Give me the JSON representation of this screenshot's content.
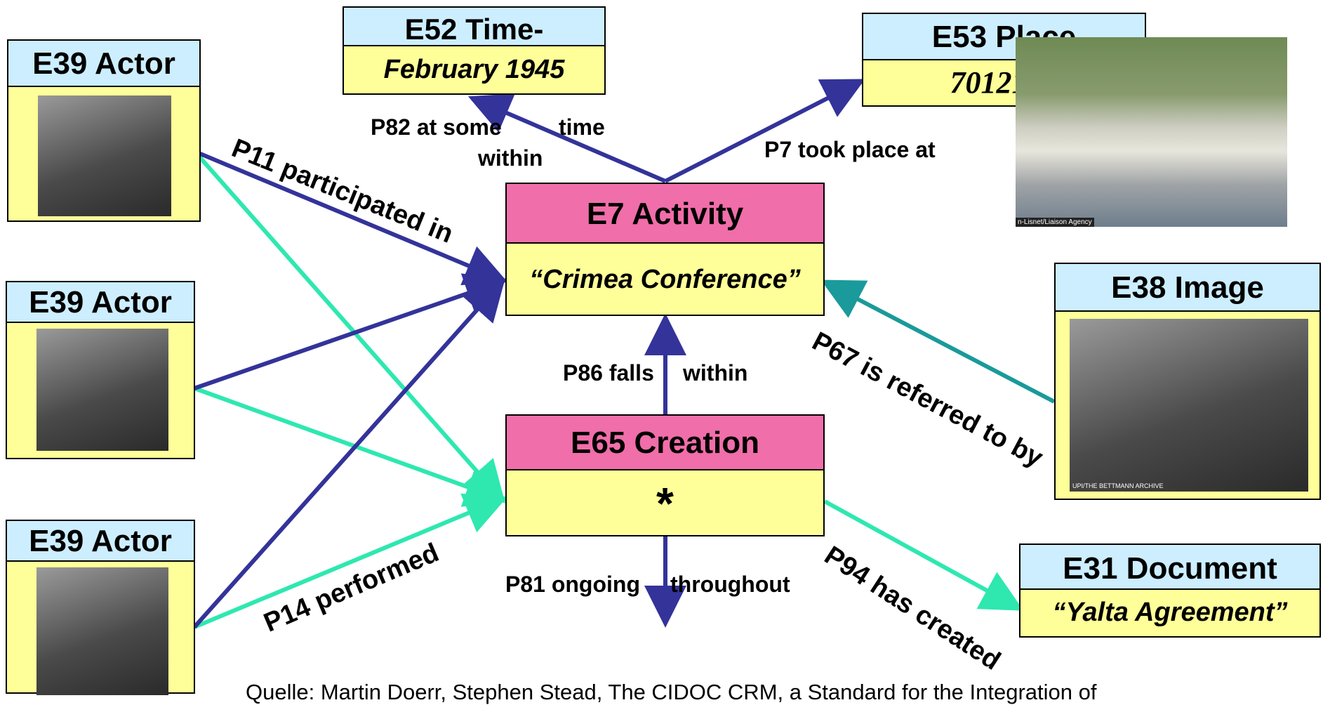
{
  "nodes": {
    "actor1": {
      "title": "E39 Actor"
    },
    "actor2": {
      "title": "E39 Actor"
    },
    "actor3": {
      "title": "E39 Actor"
    },
    "time": {
      "title": "E52 Time-",
      "value": "February 1945"
    },
    "place": {
      "title": "E53 Place",
      "value": "7012124"
    },
    "activity": {
      "title": "E7 Activity",
      "value": "“Crimea Conference”"
    },
    "creation": {
      "title": "E65 Creation",
      "value": "*"
    },
    "image": {
      "title": "E38 Image"
    },
    "document": {
      "title": "E31 Document",
      "value": "“Yalta Agreement”"
    }
  },
  "relations": {
    "p82a": "P82 at some",
    "p82b": "time",
    "p82c": "within",
    "p7": "P7 took place at",
    "p11": "P11 participated in",
    "p86a": "P86 falls",
    "p86b": "within",
    "p67": "P67 is referred to by",
    "p14": "P14 performed",
    "p81a": "P81 ongoing",
    "p81b": "throughout",
    "p94": "P94 has created"
  },
  "captions": {
    "place_photo": "n-Lisnet/Liaison Agency",
    "image_photo": "UPI/THE BETTMANN ARCHIVE"
  },
  "footer": "Quelle: Martin Doerr, Stephen Stead, The CIDOC CRM, a Standard for the Integration of",
  "colors": {
    "blue_arrow": "#33339a",
    "green_arrow": "#2ee8b0",
    "teal_arrow": "#1a9a9a"
  }
}
